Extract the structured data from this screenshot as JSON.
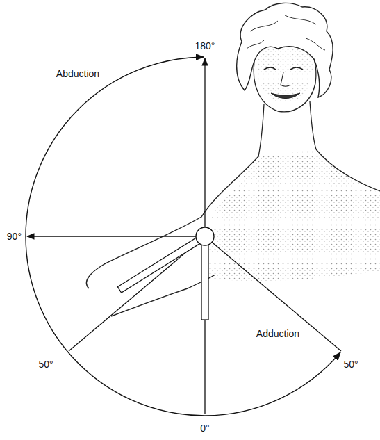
{
  "diagram": {
    "labels": [
      "180°",
      "Abduction",
      "90°",
      "50°",
      "Adduction",
      "50°",
      "0°"
    ]
  }
}
